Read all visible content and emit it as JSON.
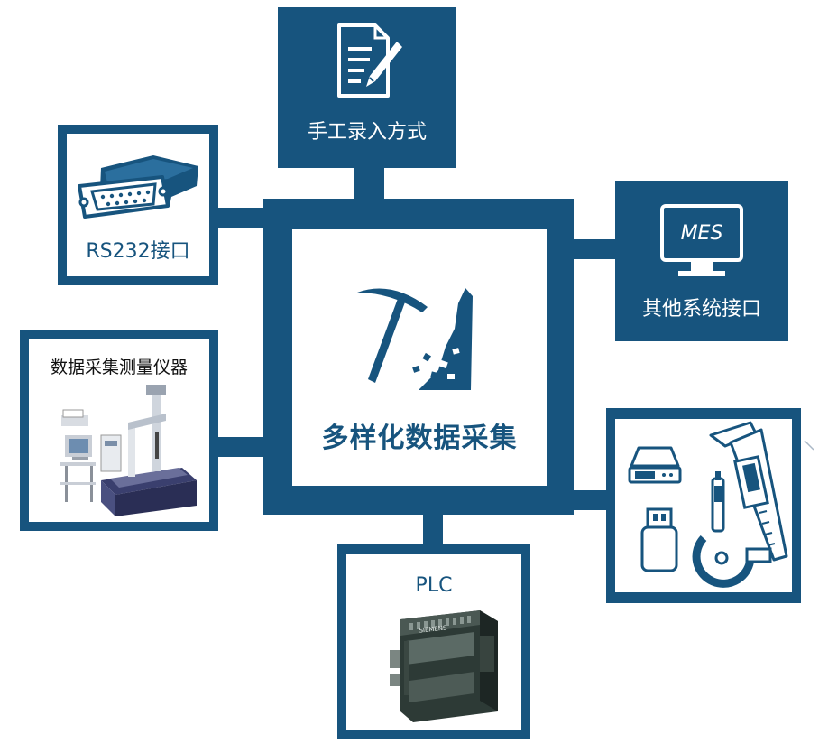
{
  "center": {
    "title": "多样化数据采集",
    "icon": "pickaxe-mining-icon"
  },
  "nodes": {
    "manual": {
      "label": "手工录入方式",
      "icon": "document-pen-icon"
    },
    "rs232": {
      "label": "RS232接口",
      "icon": "serial-connector-icon"
    },
    "mes": {
      "label": "其他系统接口",
      "icon": "monitor-icon",
      "screen_text": "MES"
    },
    "instrument": {
      "label": "数据采集测量仪器",
      "icon": "coordinate-measuring-machine-image"
    },
    "tools": {
      "label": "",
      "icon": "measuring-tools-image"
    },
    "plc": {
      "label": "PLC",
      "icon": "plc-module-image",
      "brand_text": "SIEMENS"
    }
  },
  "colors": {
    "primary": "#17547e",
    "background": "#ffffff"
  }
}
